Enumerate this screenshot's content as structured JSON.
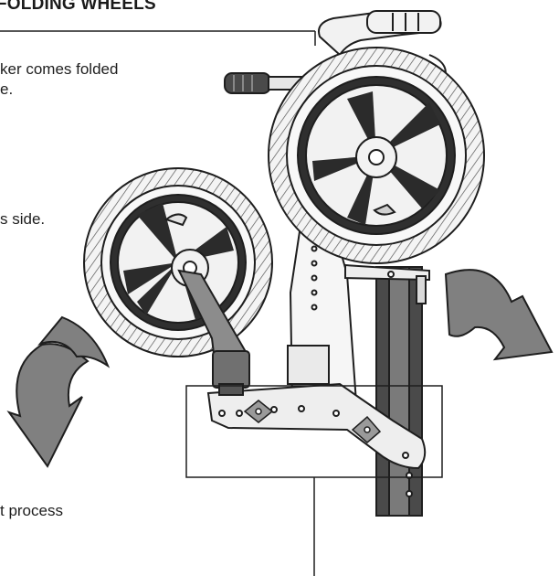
{
  "section": {
    "heading": "FOLDING WHEELS"
  },
  "text_fragments": {
    "line1": "ker comes folded",
    "line2": "e.",
    "line3": "s side.",
    "line4": "t process"
  },
  "colors": {
    "ink": "#1e1e1e",
    "arrow_fill": "#808080",
    "tire": "#f4f4f4",
    "rim": "#2b2b2b"
  }
}
